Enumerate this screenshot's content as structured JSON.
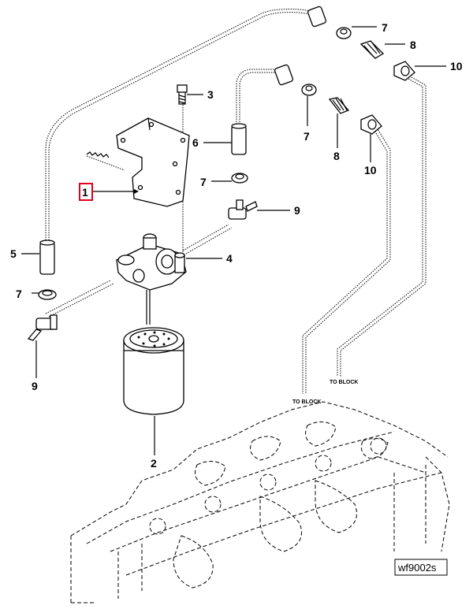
{
  "callouts": {
    "c1": "1",
    "c2": "2",
    "c3": "3",
    "c4": "4",
    "c5": "5",
    "c6": "6",
    "c7a": "7",
    "c7b": "7",
    "c7c": "7",
    "c7d": "7",
    "c8a": "8",
    "c8b": "8",
    "c9a": "9",
    "c9b": "9",
    "c10a": "10",
    "c10b": "10"
  },
  "notes": {
    "to_block_1": "TO BLOCK",
    "to_block_2": "TO BLOCK"
  },
  "figure_ref": "wf9002s",
  "colors": {
    "highlight": "#e0001b",
    "line": "#000000"
  }
}
